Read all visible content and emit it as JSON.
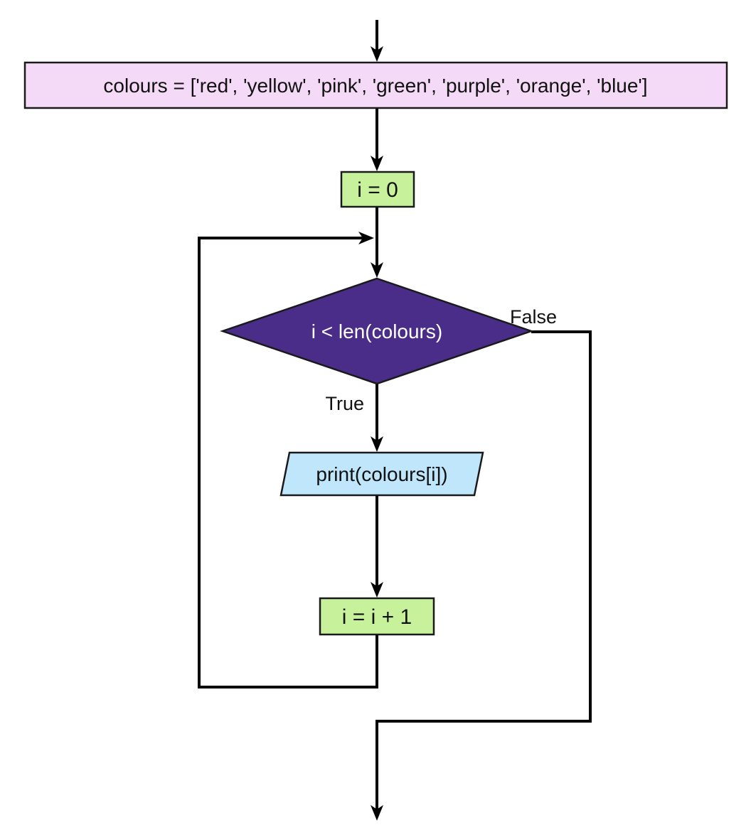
{
  "diagram": {
    "title": "while-loop flowchart",
    "nodes": {
      "init_list": {
        "label": "colours = ['red', 'yellow', 'pink', 'green', 'purple', 'orange', 'blue']",
        "fill": "#f4daf6",
        "shape": "rectangle"
      },
      "init_counter": {
        "label": "i = 0",
        "fill": "#c8f19b",
        "shape": "rectangle"
      },
      "condition": {
        "label": "i < len(colours)",
        "fill": "#4a2d89",
        "shape": "diamond"
      },
      "print_statement": {
        "label": "print(colours[i])",
        "fill": "#bfe6fa",
        "shape": "parallelogram"
      },
      "increment": {
        "label": "i = i + 1",
        "fill": "#c8f19b",
        "shape": "rectangle"
      }
    },
    "edges": {
      "true_label": "True",
      "false_label": "False"
    },
    "colors": {
      "line": "#000000",
      "box_border": "#1a1a1a",
      "condition_text": "#ffffff",
      "background": "#ffffff"
    }
  }
}
